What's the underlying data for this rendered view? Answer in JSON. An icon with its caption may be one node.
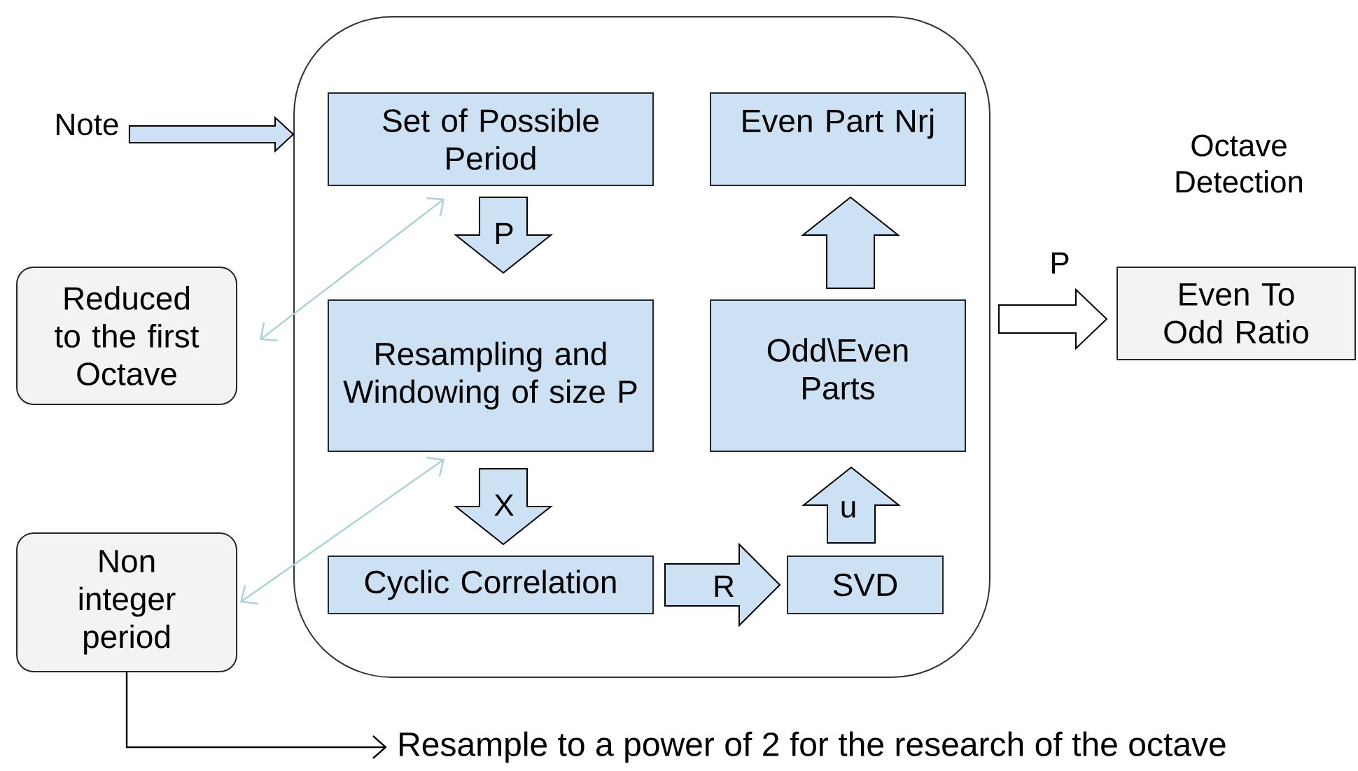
{
  "diagram": {
    "nodes": [
      {
        "text": [],
        "shape": "box"
      },
      {
        "text": [
          "Note"
        ]
      },
      {
        "text": [
          "Set of Possible Period"
        ],
        "in": 0
      },
      {
        "text": [
          "Even Part Nrj"
        ],
        "in": 0
      },
      {
        "text": [
          "Reduced to the first Octave"
        ]
      },
      {
        "text": [
          "Resampling and Windowing of size P"
        ],
        "in": 0
      },
      {
        "text": [
          "Odd\\Even Parts"
        ],
        "in": 0
      },
      {
        "text": [
          "Even To Odd Ratio"
        ]
      },
      {
        "text": [
          "Non integer period"
        ]
      },
      {
        "text": [
          "Cyclic Correlation"
        ],
        "in": 0
      },
      {
        "text": [
          "SVD"
        ],
        "in": 0
      },
      {
        "text": [
          "Resample to a power of 2 for the research of the octave"
        ]
      }
    ],
    "edges": [
      {
        "from": 1,
        "to": 0,
        "arrow": "to"
      },
      {
        "from": 2,
        "to": 5,
        "arrow": "to",
        "label": "P"
      },
      {
        "from": 5,
        "to": 9,
        "arrow": "to",
        "label": "X"
      },
      {
        "from": 9,
        "to": 10,
        "arrow": "to",
        "label": "R"
      },
      {
        "from": 10,
        "to": 6,
        "arrow": "to",
        "label": "u"
      },
      {
        "from": 6,
        "to": 3,
        "arrow": "to"
      },
      {
        "from": 0,
        "to": 7,
        "arrow": "to",
        "label": "P"
      },
      {
        "from": 4,
        "to": 2,
        "arrow": "both",
        "color": "#a6d3d8"
      },
      {
        "from": 8,
        "to": 5,
        "arrow": "both",
        "color": "#a6d3d8"
      },
      {
        "from": 8,
        "to": 11,
        "arrow": "to",
        "color": "#000000"
      }
    ],
    "labels": [
      "Octave Detection"
    ]
  }
}
